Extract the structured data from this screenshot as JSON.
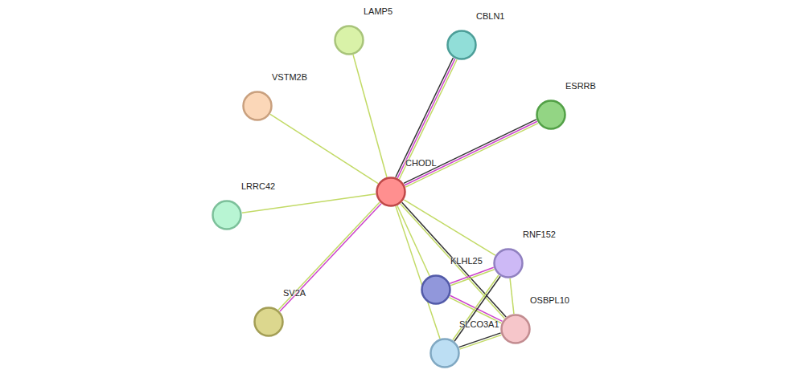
{
  "diagram": {
    "nodes": [
      {
        "text": [
          "LAMP5"
        ]
      },
      {
        "text": [
          "CBLN1"
        ]
      },
      {
        "text": [
          "VSTM2B"
        ]
      },
      {
        "text": [
          "ESRRB"
        ]
      },
      {
        "text": [
          "CHODL"
        ]
      },
      {
        "text": [
          "LRRC42"
        ]
      },
      {
        "text": [
          "RNF152"
        ]
      },
      {
        "text": [
          "KLHL25"
        ]
      },
      {
        "text": [
          "SV2A"
        ]
      },
      {
        "text": [
          "OSBPL10"
        ]
      },
      {
        "text": [
          "SLCO3A1"
        ]
      }
    ],
    "edges": [
      {
        "from": 4,
        "to": 0,
        "arrow": "none"
      },
      {
        "from": 4,
        "to": 1,
        "arrow": "none"
      },
      {
        "from": 4,
        "to": 2,
        "arrow": "none"
      },
      {
        "from": 4,
        "to": 3,
        "arrow": "none"
      },
      {
        "from": 4,
        "to": 5,
        "arrow": "none"
      },
      {
        "from": 4,
        "to": 8,
        "arrow": "none"
      },
      {
        "from": 4,
        "to": 6,
        "arrow": "none"
      },
      {
        "from": 4,
        "to": 7,
        "arrow": "none"
      },
      {
        "from": 4,
        "to": 9,
        "arrow": "none"
      },
      {
        "from": 4,
        "to": 10,
        "arrow": "none"
      },
      {
        "from": 7,
        "to": 6,
        "arrow": "none"
      },
      {
        "from": 7,
        "to": 9,
        "arrow": "none"
      },
      {
        "from": 6,
        "to": 9,
        "arrow": "none"
      },
      {
        "from": 6,
        "to": 10,
        "arrow": "none"
      },
      {
        "from": 10,
        "to": 9,
        "arrow": "none"
      }
    ]
  }
}
